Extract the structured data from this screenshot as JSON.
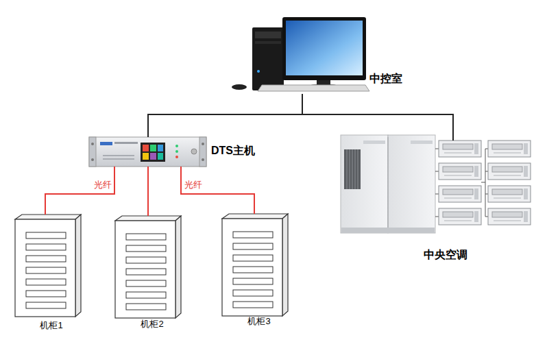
{
  "diagram": {
    "nodes": [
      {
        "text": [
          "中控室"
        ]
      },
      {
        "text": [
          "DTS主机"
        ]
      },
      {
        "text": [
          "机柜1"
        ]
      },
      {
        "text": [
          "机柜2"
        ]
      },
      {
        "text": [
          "机柜3"
        ]
      },
      {
        "text": [
          "中央空调"
        ]
      }
    ],
    "edges": [
      {
        "from": 0,
        "to": 1,
        "arrow": "none"
      },
      {
        "from": 0,
        "to": 5,
        "arrow": "none"
      },
      {
        "from": 1,
        "to": 2,
        "arrow": "none",
        "label": "光纤"
      },
      {
        "from": 1,
        "to": 3,
        "arrow": "none"
      },
      {
        "from": 1,
        "to": 4,
        "arrow": "none",
        "label": "光纤"
      }
    ]
  }
}
